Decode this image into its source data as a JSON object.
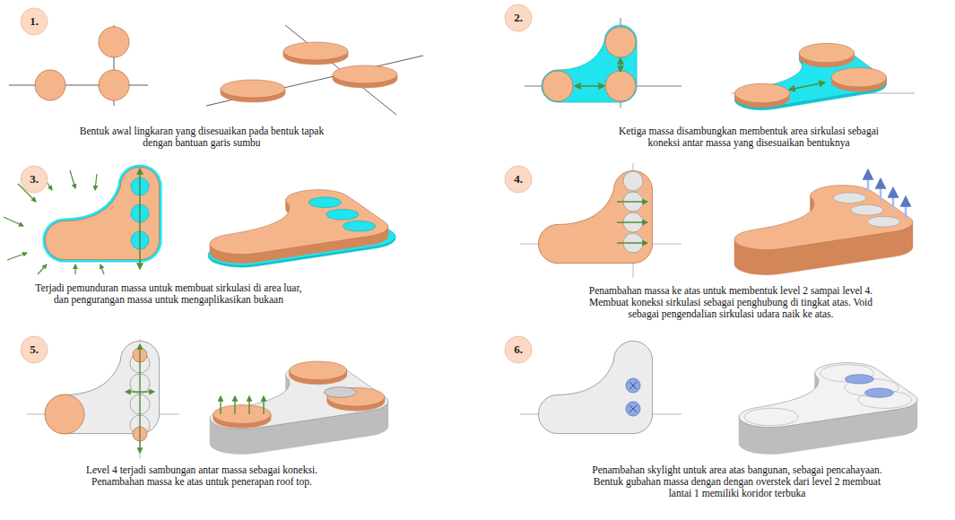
{
  "diagram": {
    "nodes": [
      {
        "text": [
          "1."
        ]
      },
      {
        "text": [
          "2."
        ]
      },
      {
        "text": [
          "3."
        ]
      },
      {
        "text": [
          "4."
        ]
      },
      {
        "text": [
          "5."
        ]
      },
      {
        "text": [
          "6."
        ]
      }
    ],
    "labels": [
      "Bentuk awal lingkaran yang disesuaikan pada bentuk tapak dengan bantuan garis sumbu",
      "Ketiga massa disambungkan membentuk area sirkulasi sebagai koneksi antar massa yang disesuaikan bentuknya",
      "Terjadi pemunduran massa untuk membuat sirkulasi di area luar, dan pengurangan massa untuk mengaplikasikan bukaan",
      "Penambahan massa ke atas untuk membentuk level 2 sampai level 4. Membuat koneksi sirkulasi sebagai penghubung di tingkat atas. Void sebagai pengendalian sirkulasi udara naik ke atas.",
      "Level 4 terjadi sambungan antar massa sebagai koneksi. Penambahan massa ke atas untuk penerapan roof top.",
      "Penambahan skylight untuk area atas bangunan, sebagai pencahayaan. Bentuk gubahan massa dengan dengan overstek dari level 2 membuat lantai 1 memiliki koridor terbuka"
    ]
  }
}
